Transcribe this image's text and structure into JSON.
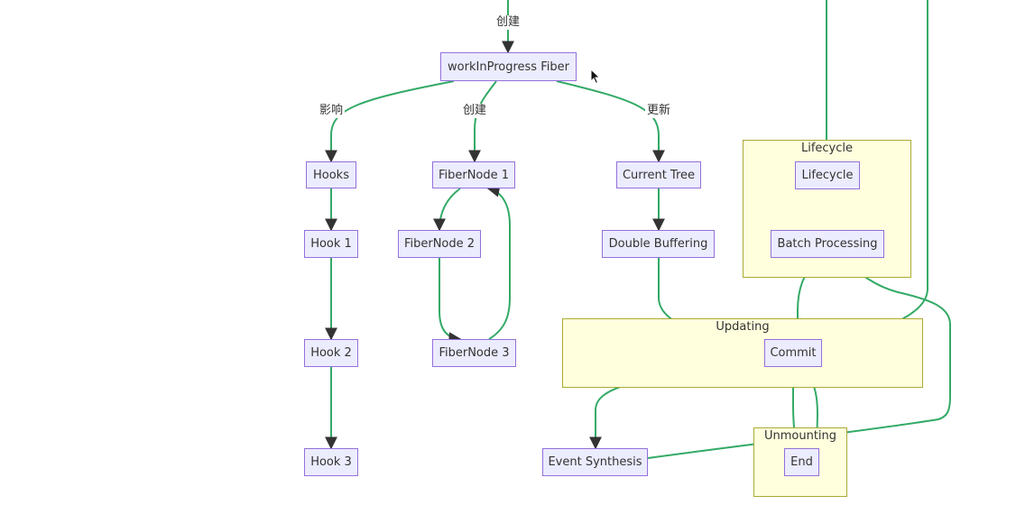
{
  "clusters": [
    {
      "id": "lifecycle",
      "label": "Lifecycle"
    },
    {
      "id": "updating",
      "label": "Updating"
    },
    {
      "id": "unmounting",
      "label": "Unmounting"
    }
  ],
  "nodes": {
    "wip": "workInProgress Fiber",
    "hooks": "Hooks",
    "hook1": "Hook 1",
    "hook2": "Hook 2",
    "hook3": "Hook 3",
    "fiber1": "FiberNode 1",
    "fiber2": "FiberNode 2",
    "fiber3": "FiberNode 3",
    "current": "Current Tree",
    "double": "Double Buffering",
    "lifecycle": "Lifecycle",
    "batch": "Batch Processing",
    "commit": "Commit",
    "event": "Event Synthesis",
    "end": "End"
  },
  "edge_labels": {
    "into_wip": "创建",
    "to_hooks": "影响",
    "to_fiber1": "创建",
    "to_current": "更新"
  },
  "colors": {
    "edge": "#33aa66",
    "node_fill": "#ececff",
    "node_border": "#9370db",
    "cluster_fill": "#ffffde",
    "cluster_border": "#aaaa33"
  }
}
